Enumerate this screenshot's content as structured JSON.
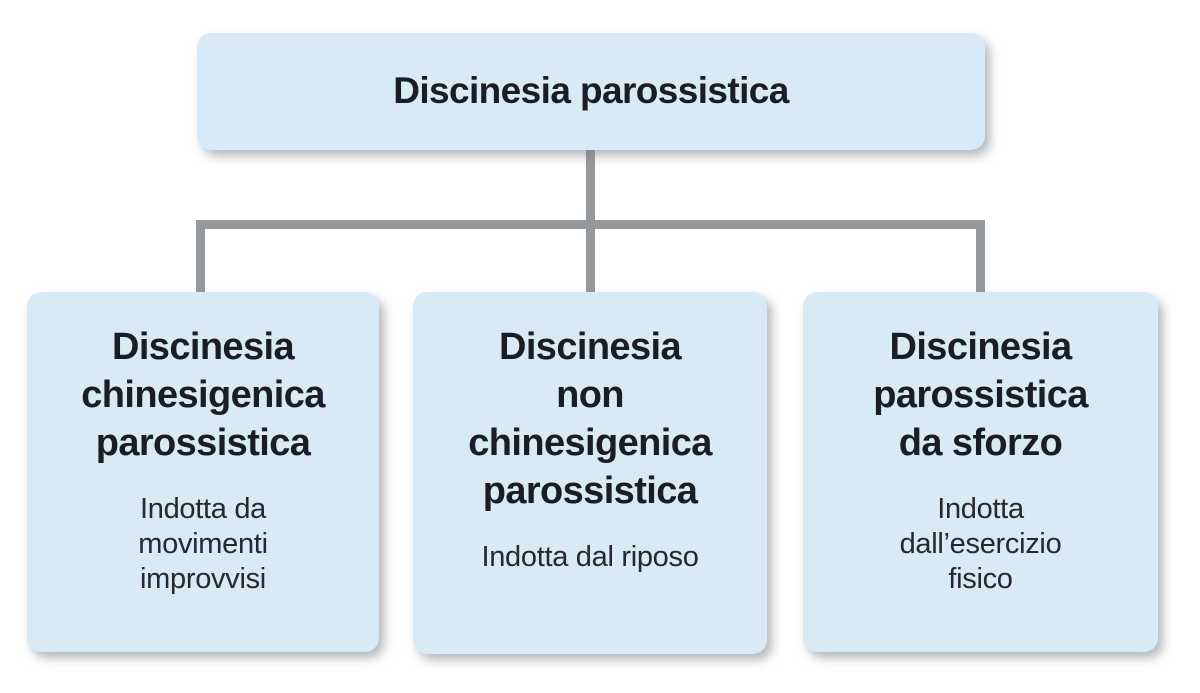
{
  "theme": {
    "background": "#ffffff",
    "node_fill": "#d7eaf6",
    "connector_color": "#96999c",
    "title_color": "#1a1d24",
    "subtitle_color": "#26282c"
  },
  "diagram": {
    "root": {
      "title": "Discinesia parossistica"
    },
    "children": [
      {
        "title": "Discinesia\nchinesigenica\nparossistica",
        "subtitle": "Indotta da\nmovimenti\nimprovvisi"
      },
      {
        "title": "Discinesia\nnon\nchinesigenica\nparossistica",
        "subtitle": "Indotta dal riposo"
      },
      {
        "title": "Discinesia\nparossistica\nda sforzo",
        "subtitle": "Indotta\ndall’esercizio\nfisico"
      }
    ]
  }
}
